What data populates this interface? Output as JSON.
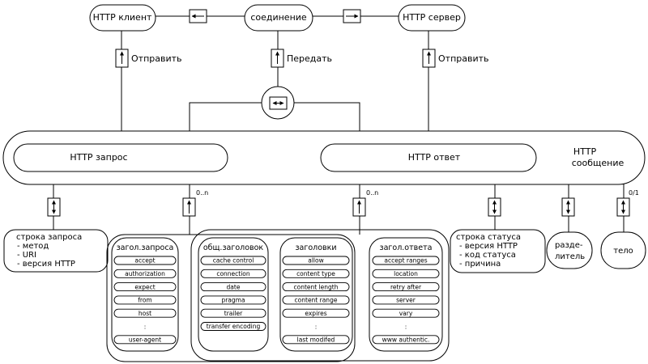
{
  "top": {
    "client": "HTTP клиент",
    "connection": "соединение",
    "server": "HTTP сервер",
    "send_left": "Отправить",
    "transfer": "Передать",
    "send_right": "Отправить"
  },
  "message": {
    "request": "HTTP запрос",
    "response": "HTTP ответ",
    "message_label_1": "HTTP",
    "message_label_2": "сообщение"
  },
  "cardinality": {
    "request_headers": "0..n",
    "response_headers": "0..n",
    "body": "0/1"
  },
  "request_line": {
    "title": "строка запроса",
    "items": [
      "- метод",
      "- URI",
      "- версия HTTP"
    ]
  },
  "status_line": {
    "title": "строка статуса",
    "items": [
      "- версия HTTP",
      "- код статуса",
      "- причина"
    ]
  },
  "separator": {
    "line1": "разде-",
    "line2": "литель"
  },
  "body_label": "тело",
  "groups": {
    "request_headers": {
      "title": "загол.запроса",
      "items": [
        "accept",
        "authorization",
        "expect",
        "from",
        "host",
        ":",
        "user-agent"
      ]
    },
    "general_headers": {
      "title": "общ.заголовок",
      "items": [
        "cache control",
        "connection",
        "date",
        "pragma",
        "trailer",
        "transfer encoding"
      ]
    },
    "entity_headers": {
      "title": "заголовки",
      "items": [
        "allow",
        "content type",
        "content length",
        "content range",
        "expires",
        ":",
        "last modifed"
      ]
    },
    "response_headers": {
      "title": "загол.ответа",
      "items": [
        "accept ranges",
        "location",
        "retry after",
        "server",
        "vary",
        ":",
        "www authentic."
      ]
    }
  }
}
